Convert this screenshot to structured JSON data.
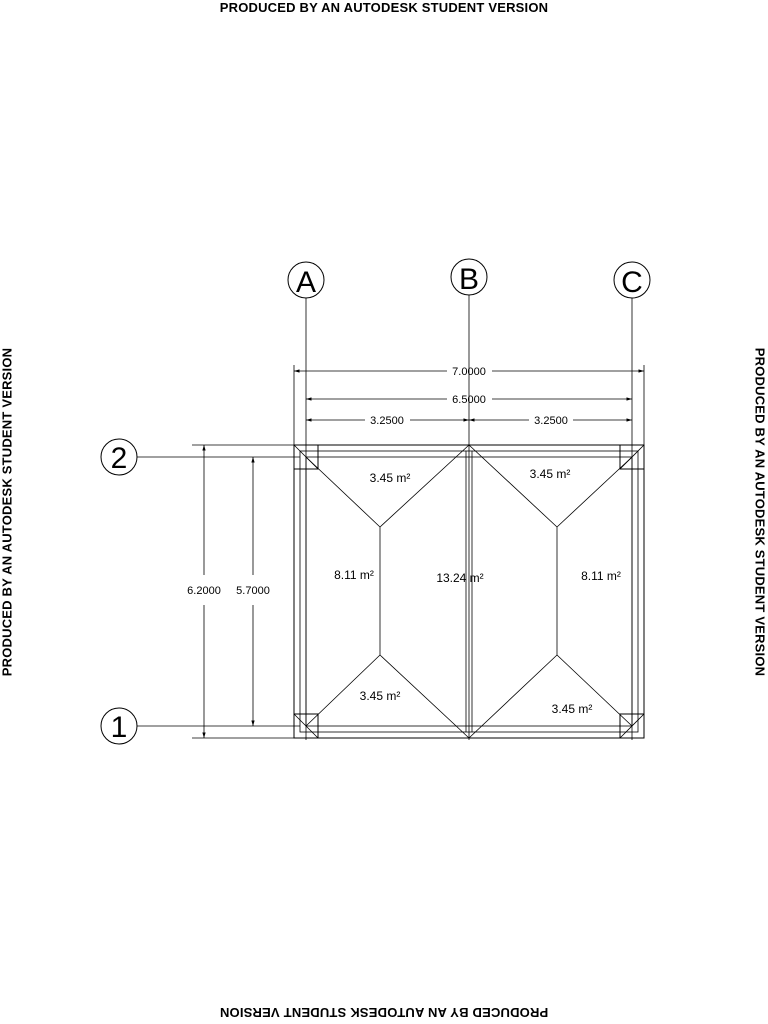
{
  "watermark": {
    "top": "PRODUCED BY AN AUTODESK STUDENT VERSION",
    "bottom": "PRODUCED BY AN AUTODESK STUDENT VERSION",
    "left": "PRODUCED BY AN AUTODESK STUDENT VERSION",
    "right": "PRODUCED BY AN AUTODESK STUDENT VERSION"
  },
  "grid_axes": {
    "columns": [
      "A",
      "B",
      "C"
    ],
    "rows": [
      "2",
      "1"
    ]
  },
  "dimensions": {
    "overall_width": "7.0000",
    "axis_width": "6.5000",
    "bay_left": "3.2500",
    "bay_right": "3.2500",
    "overall_height": "6.2000",
    "axis_height": "5.7000"
  },
  "areas": {
    "left_top": "3.45 m²",
    "left_side": "8.11 m²",
    "left_bottom": "3.45 m²",
    "center": "13.24 m²",
    "right_top": "3.45 m²",
    "right_side": "8.11 m²",
    "right_bottom": "3.45 m²"
  }
}
